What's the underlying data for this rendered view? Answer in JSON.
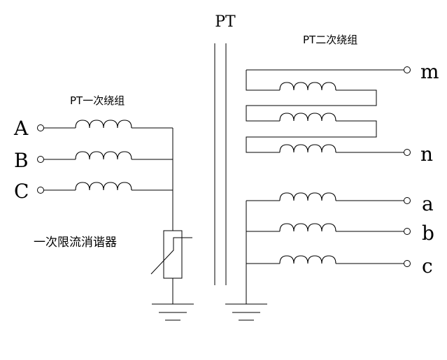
{
  "title": "PT",
  "labels": {
    "primary_winding": "PT一次绕组",
    "secondary_winding": "PT二次绕组",
    "limiter": "一次限流消谐器"
  },
  "primary_terminals": [
    "A",
    "B",
    "C"
  ],
  "open_delta_terminals": [
    "m",
    "n"
  ],
  "secondary_terminals": [
    "a",
    "b",
    "c"
  ]
}
